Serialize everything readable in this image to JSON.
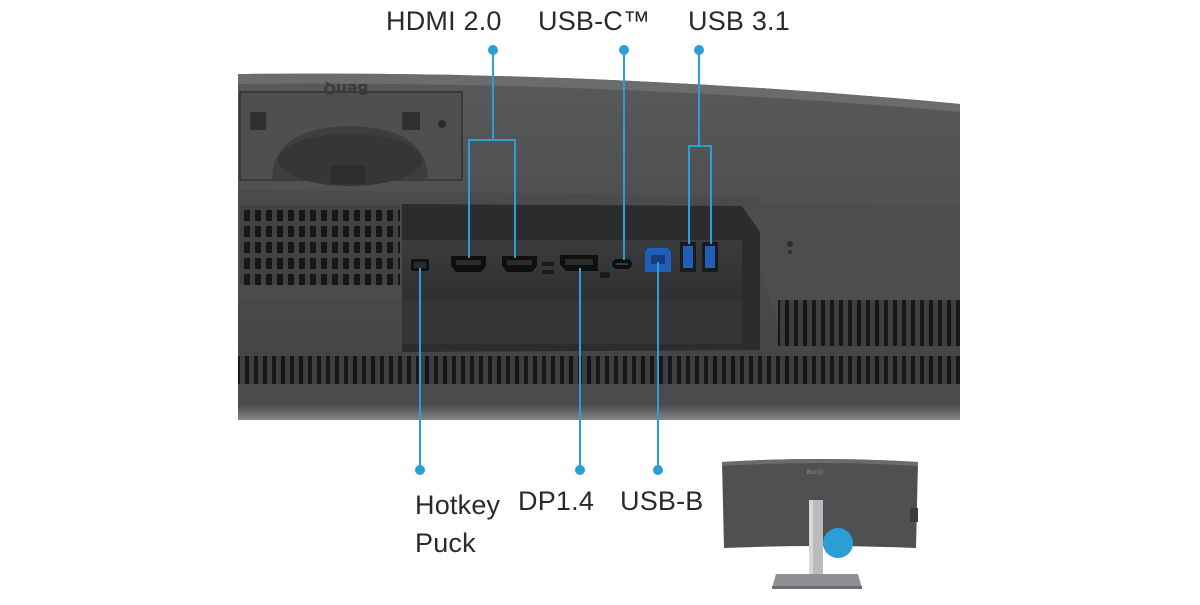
{
  "brand": {
    "logo_text": "BenQ",
    "thumb_logo_text": "BenQ"
  },
  "labels": {
    "hdmi": "HDMI 2.0",
    "usb_c": "USB-C™",
    "usb_31": "USB 3.1",
    "hotkey_line1": "Hotkey",
    "hotkey_line2": "Puck",
    "dp": "DP1.4",
    "usb_b": "USB-B"
  },
  "colors": {
    "callout": "#2a9fd6",
    "usb_blue": "#1f5fb8",
    "monitor_body": "#4a4b4d",
    "label_text": "#2a2a2a"
  }
}
